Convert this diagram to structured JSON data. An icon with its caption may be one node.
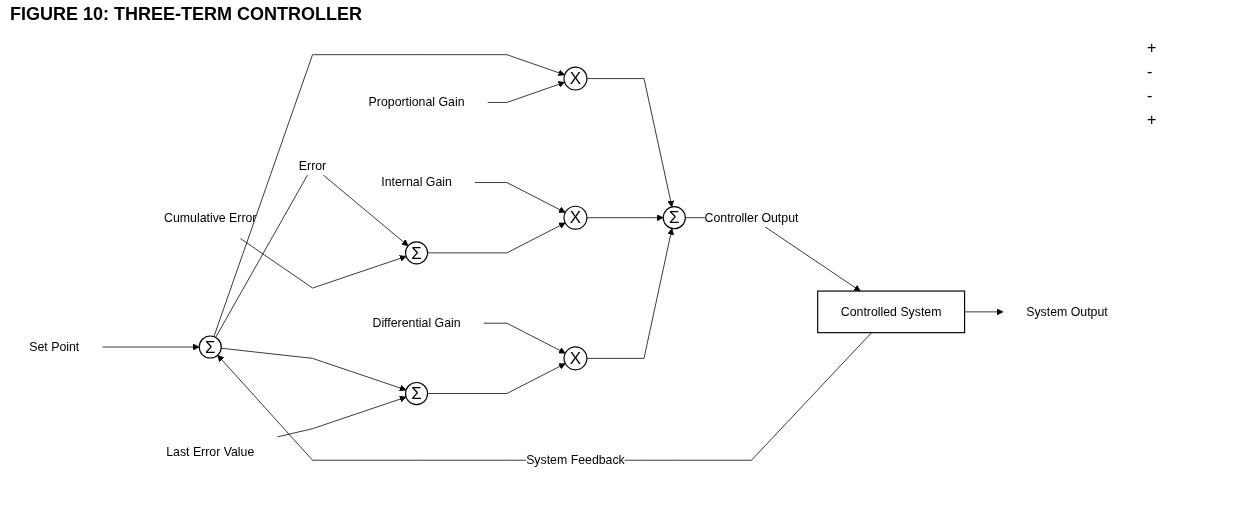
{
  "diagram": {
    "title": "FIGURE 10: THREE-TERM CONTROLLER",
    "nodes": [
      {
        "text": [
          "Set Point"
        ]
      },
      {
        "text": [
          "Σ"
        ]
      },
      {
        "text": [
          "Proportional Gain"
        ]
      },
      {
        "text": [
          "X"
        ]
      },
      {
        "text": [
          "Cumulative Error"
        ]
      },
      {
        "text": [
          "Σ"
        ]
      },
      {
        "text": [
          "Internal Gain"
        ]
      },
      {
        "text": [
          "X"
        ]
      },
      {
        "text": [
          "Last Error Value"
        ]
      },
      {
        "text": [
          "Σ"
        ]
      },
      {
        "text": [
          "Differential Gain"
        ]
      },
      {
        "text": [
          "X"
        ]
      },
      {
        "text": [
          "Σ"
        ]
      },
      {
        "text": [
          "Controlled System"
        ]
      },
      {
        "text": [
          "System Output"
        ]
      }
    ],
    "edges": [
      {
        "from": 0,
        "to": 1,
        "arrow": "to"
      },
      {
        "from": 1,
        "to": 3,
        "arrow": "to"
      },
      {
        "from": 1,
        "to": 5,
        "arrow": "to",
        "label": "Error"
      },
      {
        "from": 1,
        "to": 9,
        "arrow": "to"
      },
      {
        "from": 2,
        "to": 3,
        "arrow": "to"
      },
      {
        "from": 4,
        "to": 5,
        "arrow": "to"
      },
      {
        "from": 6,
        "to": 7,
        "arrow": "to"
      },
      {
        "from": 5,
        "to": 7,
        "arrow": "to"
      },
      {
        "from": 8,
        "to": 9,
        "arrow": "to"
      },
      {
        "from": 10,
        "to": 11,
        "arrow": "to"
      },
      {
        "from": 9,
        "to": 11,
        "arrow": "to"
      },
      {
        "from": 3,
        "to": 12,
        "arrow": "to"
      },
      {
        "from": 7,
        "to": 12,
        "arrow": "to"
      },
      {
        "from": 11,
        "to": 12,
        "arrow": "to"
      },
      {
        "from": 12,
        "to": 13,
        "arrow": "to",
        "label": "Controller Output"
      },
      {
        "from": 13,
        "to": 14,
        "arrow": "to"
      },
      {
        "from": 13,
        "to": 1,
        "arrow": "to",
        "label": "System Feedback"
      }
    ],
    "labels": [
      "+",
      "-",
      "-",
      "+"
    ]
  }
}
